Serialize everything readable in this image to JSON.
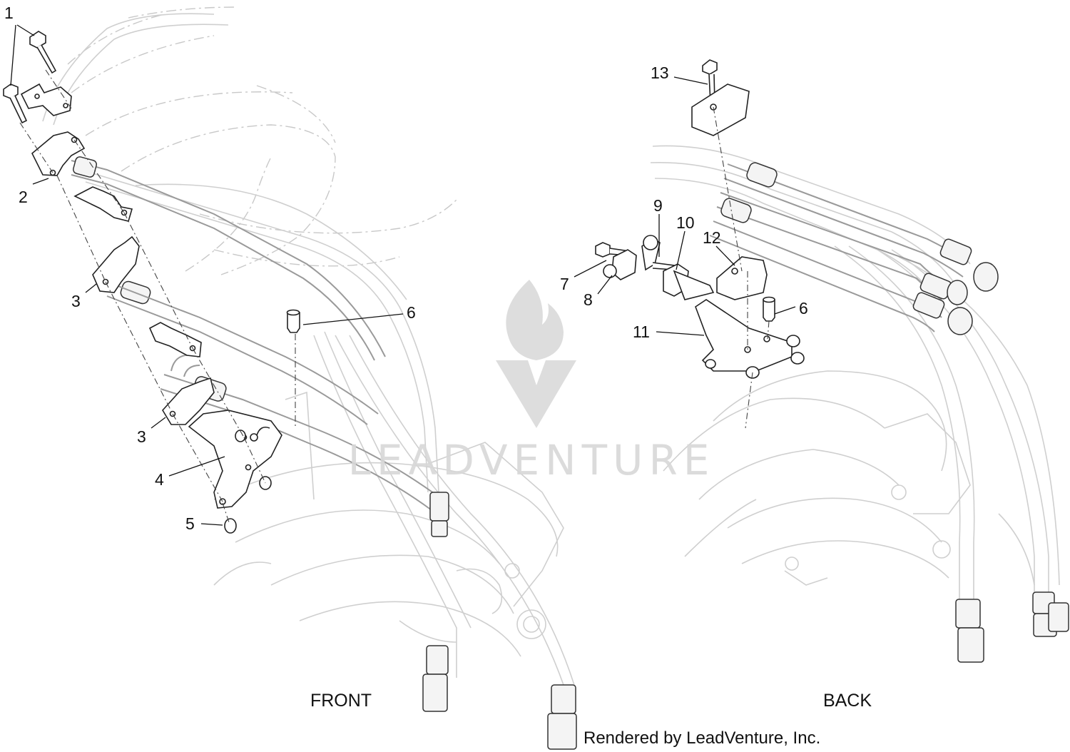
{
  "callouts": [
    "1",
    "2",
    "3",
    "3",
    "4",
    "5",
    "6",
    "6",
    "7",
    "8",
    "9",
    "10",
    "11",
    "12",
    "13"
  ],
  "views": {
    "front": "FRONT",
    "back": "BACK"
  },
  "watermark": "LEADVENTURE",
  "credit": "Rendered by LeadVenture, Inc."
}
